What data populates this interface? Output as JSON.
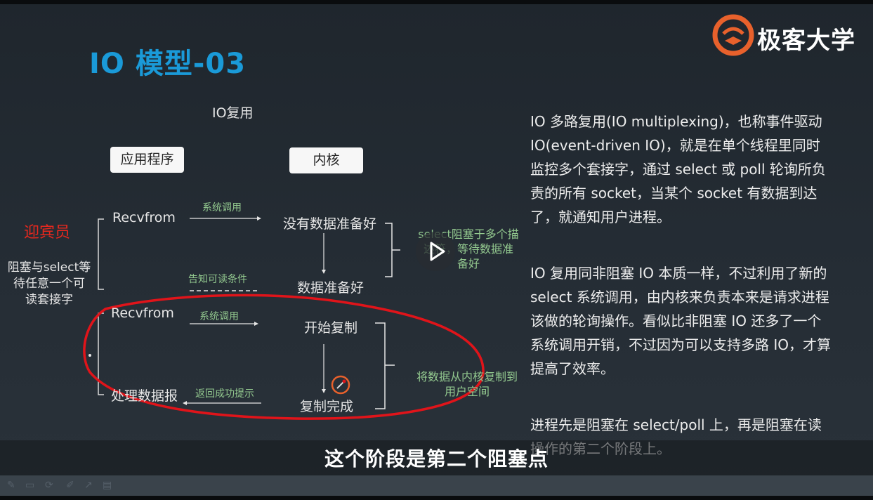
{
  "slide": {
    "title": "IO 模型-03",
    "brand": "极客大学",
    "diagram": {
      "heading": "IO复用",
      "app_label": "应用程序",
      "kernel_label": "内核",
      "guest_label": "迎宾员",
      "block_note": "阻塞与select等\n待任意一个可\n读套接字",
      "recvfrom_1": "Recvfrom",
      "recvfrom_2": "Recvfrom",
      "syscall_1": "系统调用",
      "syscall_2": "系统调用",
      "notify_readable": "告知可读条件",
      "return_success": "返回成功提示",
      "not_ready": "没有数据准备好",
      "data_ready": "数据准备好",
      "start_copy": "开始复制",
      "copy_done": "复制完成",
      "process_data": "处理数据报",
      "select_note": "select阻塞于多个描\n述符，等待数据准\n备好",
      "copy_note": "将数据从内核复制到\n用户空间"
    },
    "paragraphs": [
      "IO 多路复用(IO multiplexing)，也称事件驱动 IO(event-driven IO)，就是在单个线程里同时监控多个套接字，通过 select 或 poll  轮询所负责的所有 socket，当某个 socket 有数据到达了，就通知用户进程。",
      "IO 复用同非阻塞 IO 本质一样，不过利用了新的 select 系统调用，由内核来负责本来是请求进程该做的轮询操作。看似比非阻塞 IO 还多了一个系统调用开销，不过因为可以支持多路 IO，才算提高了效率。",
      "进程先是阻塞在 select/poll 上，再是阻塞在读操作的第二个阶段上。"
    ]
  },
  "player": {
    "subtitle": "这个阶段是第二个阻塞点",
    "play_icon": "play-icon",
    "toolbar_icons": [
      "pen-icon",
      "rect-icon",
      "share-icon",
      "edit-icon",
      "arrow-icon",
      "note-icon"
    ]
  },
  "colors": {
    "title": "#1a9ad8",
    "brand_orange": "#e8612c",
    "green_text": "#93c98f",
    "annotation_red": "#e0141a",
    "guest_red": "#e8281e"
  }
}
